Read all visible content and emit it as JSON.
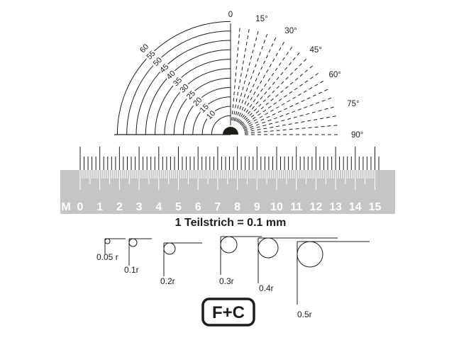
{
  "protractor": {
    "arc_radius_labels": [
      "60",
      "55",
      "50",
      "45",
      "40",
      "35",
      "30",
      "25",
      "20",
      "15",
      "10"
    ],
    "arc_radius_values": [
      60,
      55,
      50,
      45,
      40,
      35,
      30,
      25,
      20,
      15,
      10
    ],
    "angle_tick_step_deg": 5,
    "angle_labels": [
      {
        "angle": 0,
        "text": "0"
      },
      {
        "angle": 15,
        "text": "15°"
      },
      {
        "angle": 30,
        "text": "30°"
      },
      {
        "angle": 45,
        "text": "45°"
      },
      {
        "angle": 60,
        "text": "60°"
      },
      {
        "angle": 75,
        "text": "75°"
      },
      {
        "angle": 90,
        "text": "90°"
      }
    ]
  },
  "ruler": {
    "left_label": "M",
    "unit_labels": [
      "0",
      "1",
      "2",
      "3",
      "4",
      "5",
      "6",
      "7",
      "8",
      "9",
      "10",
      "11",
      "12",
      "13",
      "14",
      "15"
    ]
  },
  "caption": "1 Teilstrich = 0.1 mm",
  "radius_examples": [
    {
      "label": "0.05 r",
      "value": 0.05
    },
    {
      "label": "0.1r",
      "value": 0.1
    },
    {
      "label": "0.2r",
      "value": 0.2
    },
    {
      "label": "0.3r",
      "value": 0.3
    },
    {
      "label": "0.4r",
      "value": 0.4
    },
    {
      "label": "0.5r",
      "value": 0.5
    }
  ],
  "logo_text": "F+C",
  "colors": {
    "ink": "#1d1d1b",
    "ruler_bg": "#c5c5c5",
    "ruler_ink": "#ffffff"
  }
}
